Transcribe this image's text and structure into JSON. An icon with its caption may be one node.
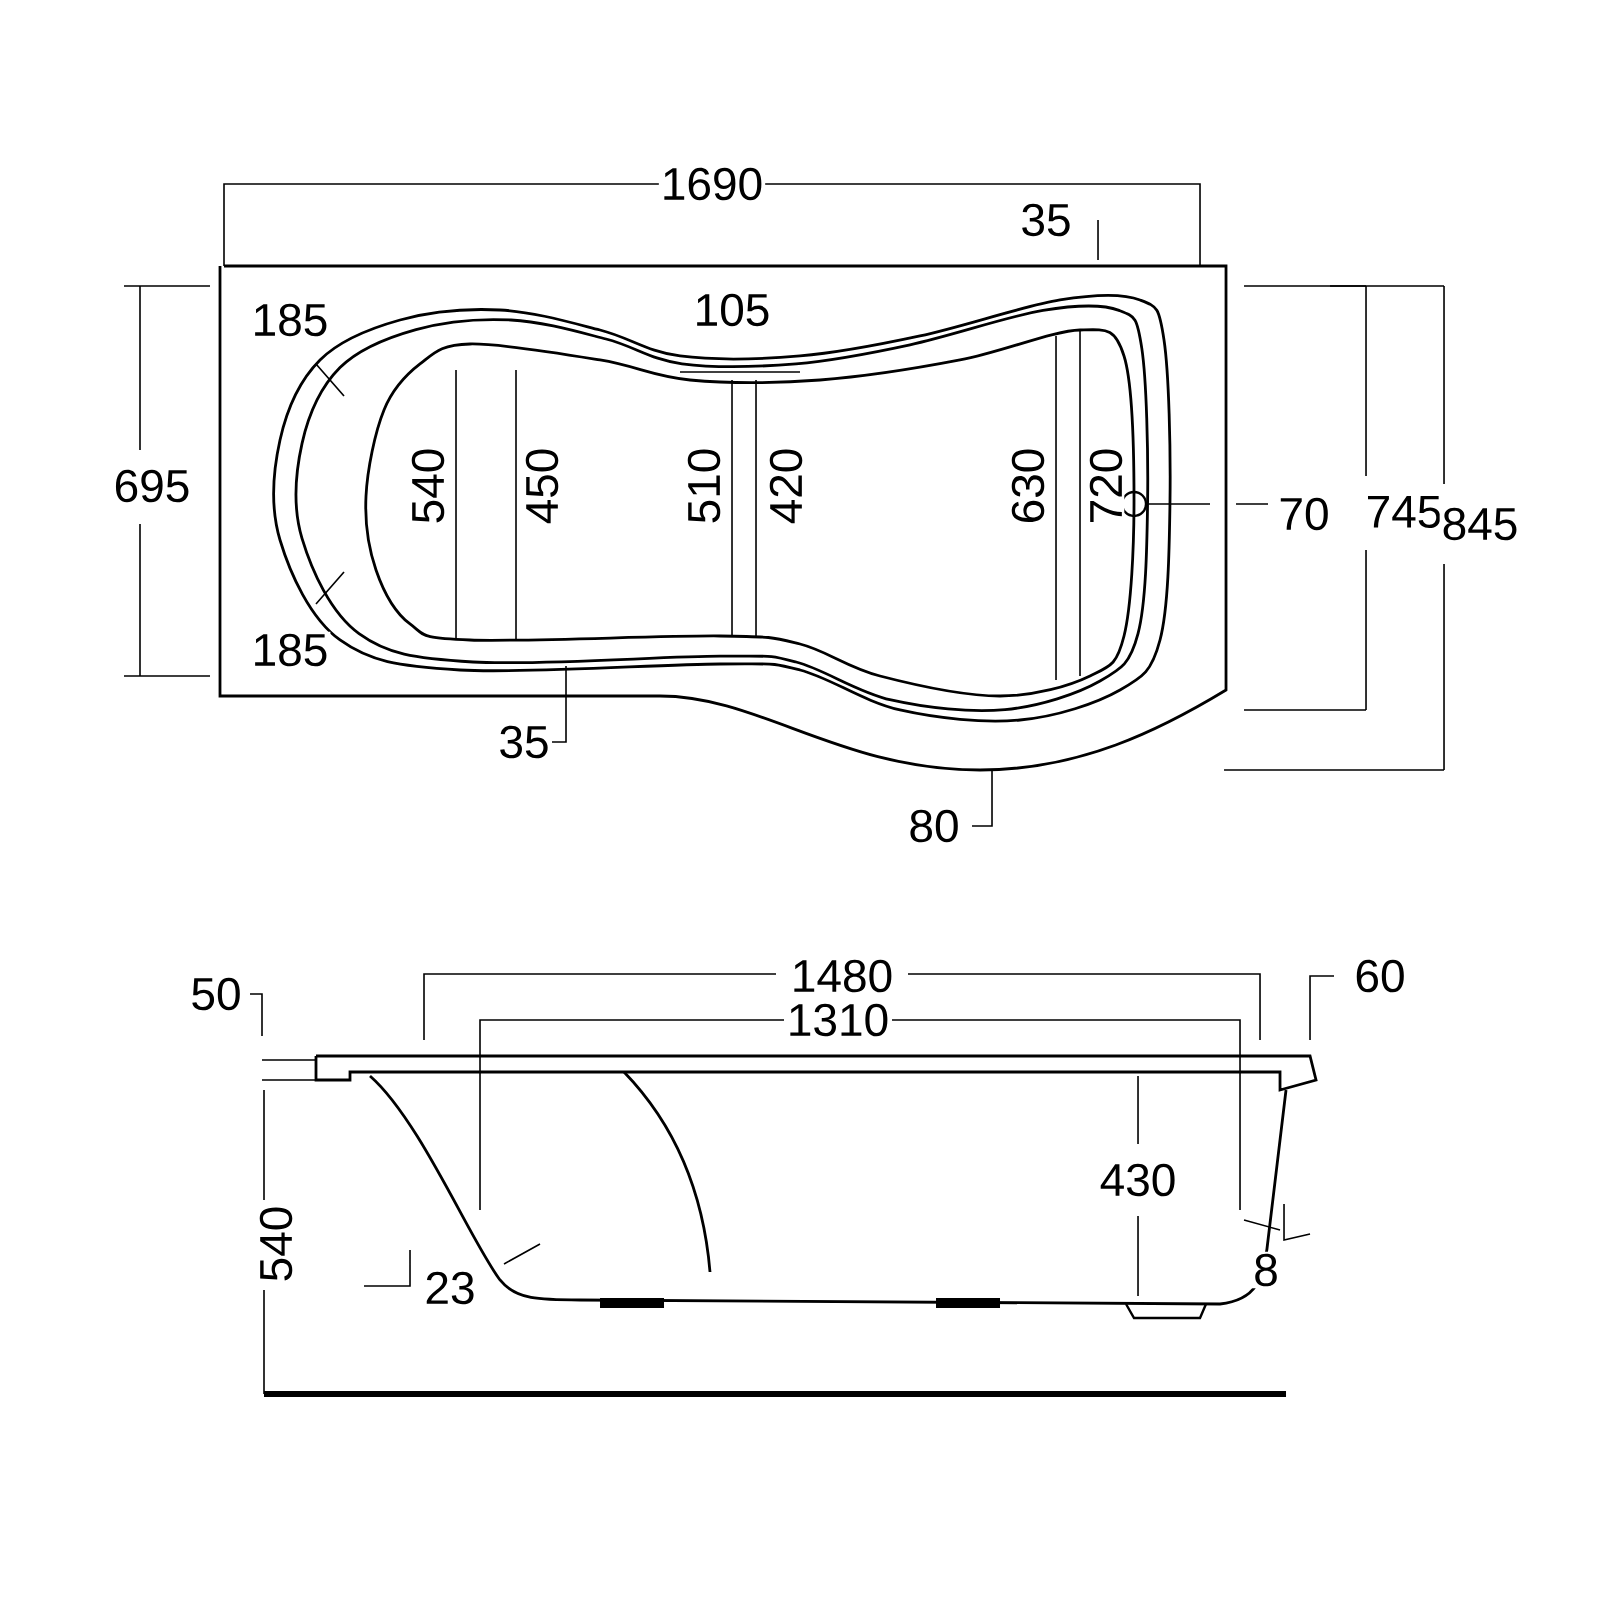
{
  "diagram": {
    "labels": [
      "1690",
      "35",
      "185",
      "105",
      "695",
      "540",
      "450",
      "510",
      "420",
      "630",
      "720",
      "70",
      "745",
      "845",
      "185",
      "35",
      "80",
      "1480",
      "50",
      "60",
      "1310",
      "430",
      "540",
      "23",
      "8"
    ]
  }
}
